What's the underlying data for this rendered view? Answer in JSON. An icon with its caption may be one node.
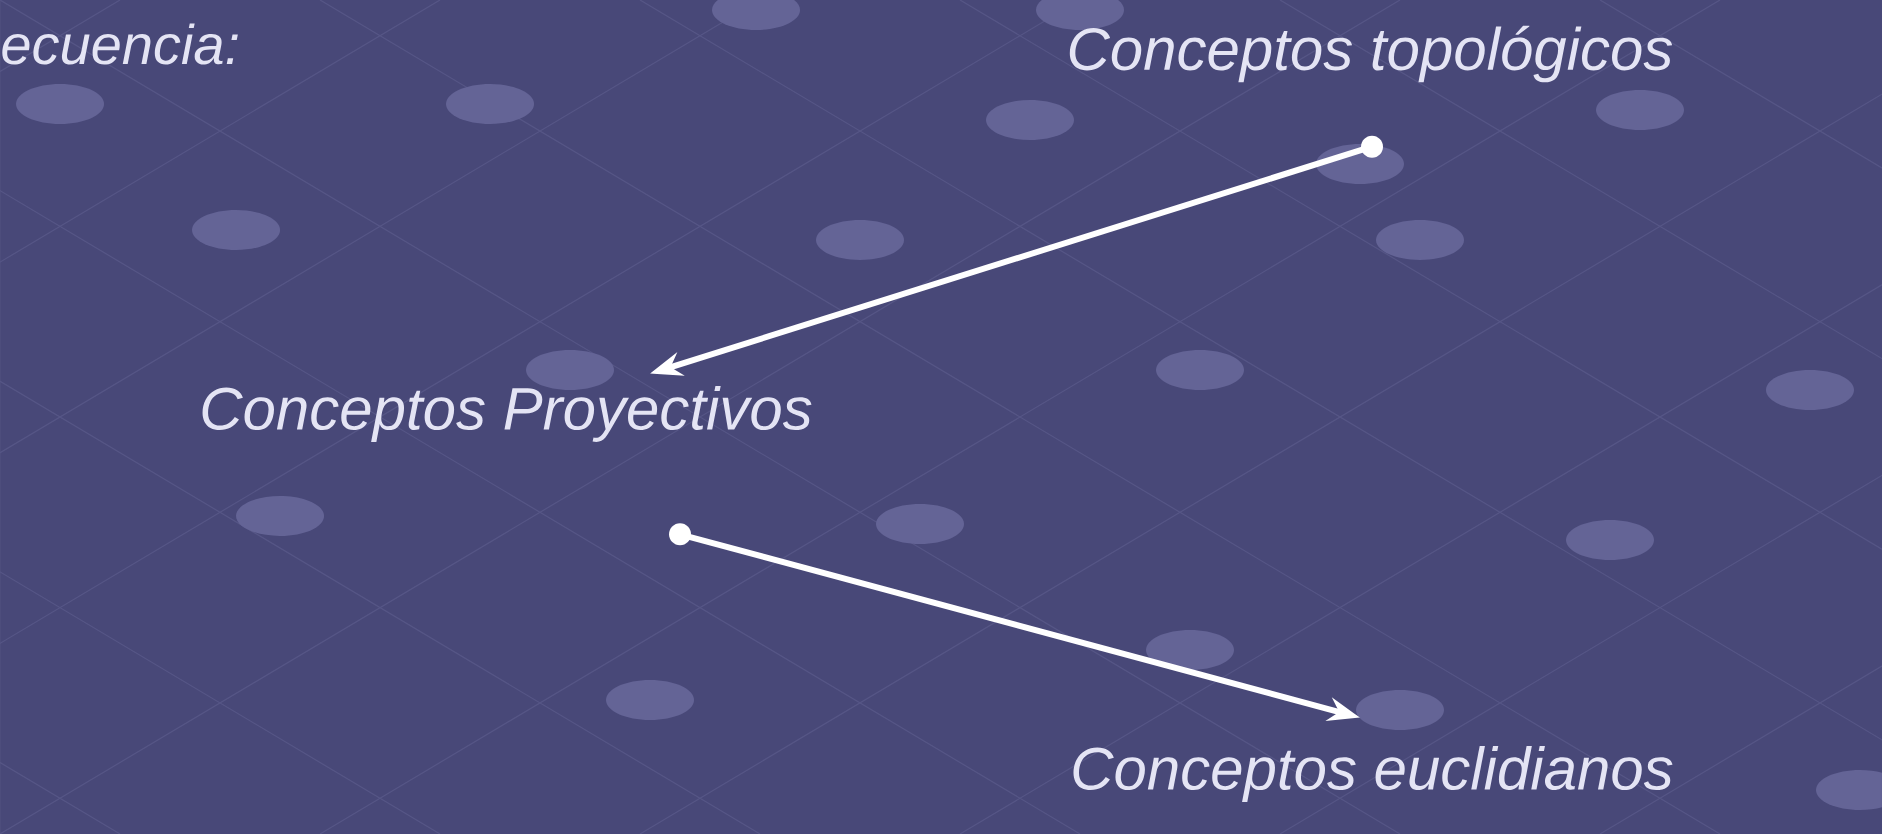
{
  "diagram": {
    "nodes": [
      {
        "text": [
          "Conceptos topológicos"
        ]
      },
      {
        "text": [
          "Conceptos Proyectivos"
        ]
      },
      {
        "text": [
          "Conceptos euclidianos"
        ]
      }
    ],
    "edges": [
      {
        "from": 0,
        "to": 1,
        "arrow": "to"
      },
      {
        "from": 1,
        "to": 2,
        "arrow": "to"
      }
    ],
    "labels": [
      "ecuencia:"
    ]
  }
}
